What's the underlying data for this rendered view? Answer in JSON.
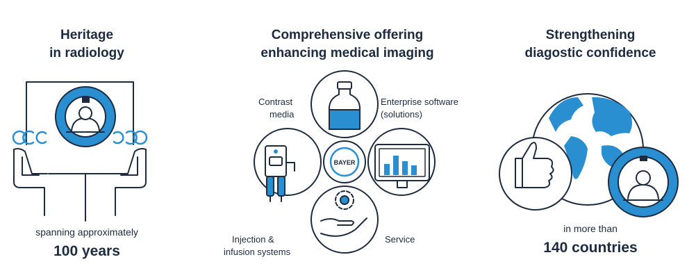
{
  "columns": [
    {
      "title_lines": [
        "Heritage",
        "in radiology"
      ],
      "caption": "spanning approximately",
      "highlight": "100 years"
    },
    {
      "title_lines": [
        "Comprehensive offering",
        "enhancing medical imaging"
      ]
    },
    {
      "title_lines": [
        "Strengthening",
        "diagostic confidence"
      ],
      "caption": "in more than",
      "highlight": "140 countries"
    }
  ],
  "offering": {
    "center_logo": "BAYER",
    "labels": {
      "contrast_media": [
        "Contrast",
        "media"
      ],
      "enterprise_software": [
        "Enterprise software",
        "(solutions)"
      ],
      "injection": [
        "Injection &",
        "infusion systems"
      ],
      "service": [
        "Service"
      ]
    }
  },
  "colors": {
    "navy": "#1c2b3f",
    "accent_blue": "#2a8fd0",
    "light_blue": "#d9edf8"
  },
  "icons": [
    "scanner-icon",
    "bottle-icon",
    "monitor-chart-icon",
    "gear-hand-icon",
    "injector-icon",
    "globe-icon",
    "thumbs-up-icon"
  ]
}
